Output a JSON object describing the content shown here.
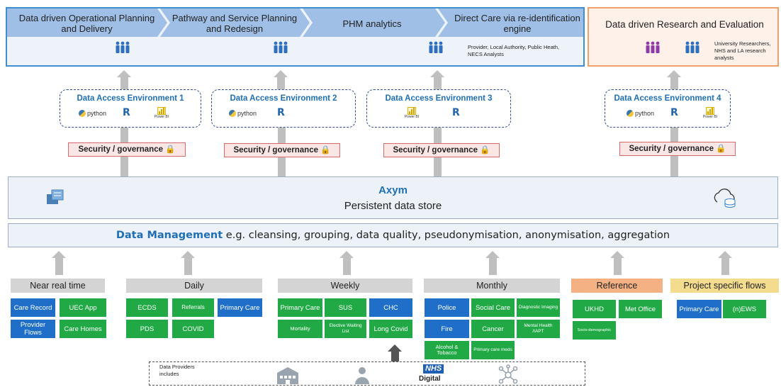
{
  "banner": {
    "chevrons": [
      {
        "label": "Data driven Operational Planning and Delivery"
      },
      {
        "label": "Pathway and Service Planning and Redesign"
      },
      {
        "label": "PHM analytics"
      },
      {
        "label": "Direct Care via re-identification engine"
      }
    ],
    "research_label": "Data driven Research and Evaluation",
    "direct_care_note": "Provider, Local Authority, Public Heath, NECS Analysts",
    "research_note": "University Researchers, NHS and LA research analysts"
  },
  "dae": [
    {
      "title": "Data Access Environment 1",
      "tools": [
        "python",
        "R",
        "Power BI"
      ]
    },
    {
      "title": "Data Access Environment 2",
      "tools": [
        "python",
        "R"
      ]
    },
    {
      "title": "Data Access Environment 3",
      "tools": [
        "Power BI",
        "R"
      ]
    },
    {
      "title": "Data Access Environment 4",
      "tools": [
        "python",
        "R",
        "Power BI"
      ]
    }
  ],
  "tools": {
    "python": "python",
    "powerbi": "Power BI",
    "r": "R"
  },
  "security_label": "Security / governance",
  "axym": {
    "title": "Axym",
    "subtitle": "Persistent data store"
  },
  "data_management": {
    "bold": "Data Management",
    "rest": " e.g. cleansing, grouping, data quality, pseudonymisation, anonymisation, aggregation"
  },
  "frequencies": [
    {
      "label": "Near real time",
      "color": "#d4d4d4"
    },
    {
      "label": "Daily",
      "color": "#d4d4d4"
    },
    {
      "label": "Weekly",
      "color": "#d4d4d4"
    },
    {
      "label": "Monthly",
      "color": "#d4d4d4"
    },
    {
      "label": "Reference",
      "color": "#f4b183"
    },
    {
      "label": "Project specific flows",
      "color": "#f3dc8e"
    }
  ],
  "tiles": {
    "near_real_time": [
      "Care Record",
      "UEC App",
      "Provider Flows",
      "Care Homes"
    ],
    "daily": [
      "ECDS",
      "Referrals",
      "Primary Care",
      "PDS",
      "COVID"
    ],
    "weekly": [
      "Primary Care",
      "SUS",
      "CHC",
      "Mortality",
      "Elective Waiting List",
      "Long Covid"
    ],
    "monthly": [
      "Police",
      "Social Care",
      "Diagnostic Imaging",
      "Fire",
      "Cancer",
      "Mental Health /IAPT",
      "Alcohol & Tobacco",
      "Primary care meds"
    ],
    "reference": [
      "UKHD",
      "Met Office",
      "Socio-demographic"
    ],
    "project": [
      "Primary Care",
      "(n)EWS"
    ]
  },
  "providers": {
    "label": "Data Providers includes",
    "nhs_badge": "NHS",
    "nhs_digital": "Digital"
  },
  "colors": {
    "blue_tile": "#1f6fc8",
    "green_tile": "#20a944",
    "chevron": "#9fbfe6",
    "security_border": "#d96a6a",
    "people_blue": "#2f6fbf",
    "people_purple": "#8e3aa8"
  }
}
